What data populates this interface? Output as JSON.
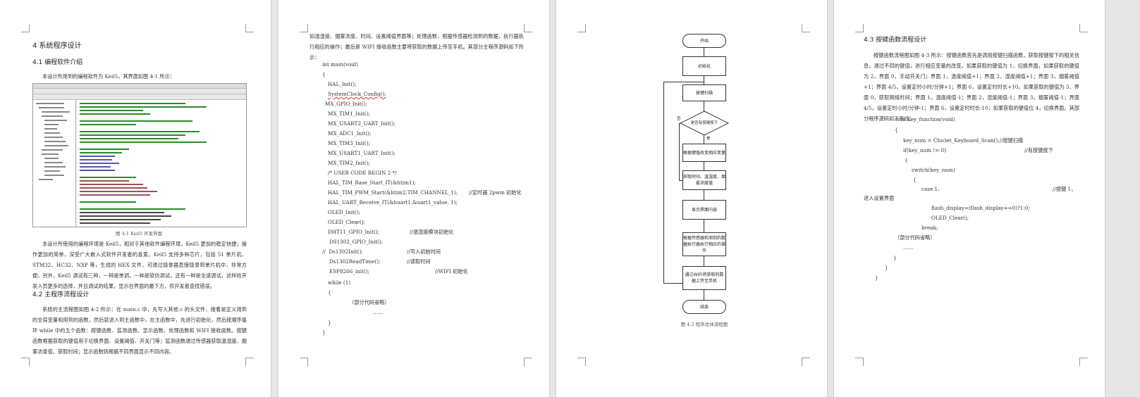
{
  "page1": {
    "chapter_title": "4  系统程序设计",
    "sec_4_1": "4.1  编程软件介绍",
    "para_intro": "本设计所用到的编程软件为 Keil5，其界面如图 4-1 所示：",
    "fig_4_1_caption": "图 4-1 Keil5 开发界面",
    "para_keil": "本设计所使用的编程环境是 Keil5，相对于其他软件编程环境，Keil5 更加的稳定快捷；操作更加的简单，深受广大嵌入式软件开发者的喜爱。Keil5 支持多种芯片，包括 51 单片机、STM32、HC32、NXP 等，生成的 HEX 文件，可通过烧录器直接烧录到单片机中，非常方便。另外，Keil5 调试有三种，一种是单调，一种是软仿调试，还有一种是全速调试，这样给开发人员更多的选择，并且调试的结果，显示在界面的最下方，供开发者查找错误。",
    "sec_4_2": "4.2  主程序流程设计",
    "para_main": "系统的主流程图如图 4-2 所示：在 main.c 中，先写入其他.c 的头文件，接着是定义用到的全局变量和用到的函数，然后就进入到主函数中，在主函数中，先进行初始化，然后按顺序循环 while 中的五个函数：按键函数、监测函数、显示函数、处理函数和 WIFI 接收函数。按键函数根据获取的键值用于切换界面、设置阈值、开关门等；监测函数通过传感器获取温湿度、烟雾浓度值，获取时间；显示函数则根据不同界面显示不同内容。"
  },
  "page2": {
    "para_cont": "如温湿度、烟雾浓度、时间、设置阈值界面等；处理函数，根据传感器检测到的数据，执行器执行相应的操作；最后是 WIFI 接收函数主要将获取的数据上传至手机。其部分主程序源码如下所示：",
    "code_lines": [
      "int main(void)",
      "{",
      "HAL_Init();",
      "SystemClock_Config();",
      "MX_GPIO_Init();",
      "MX_TIM1_Init();",
      "MX_USART2_UART_Init();",
      "MX_ADC1_Init();",
      "MX_TIM3_Init();",
      "MX_USART1_UART_Init();",
      "MX_TIM2_Init();",
      "/* USER CODE BEGIN 2 */",
      "HAL_TIM_Base_Start_IT(&htim1);",
      "HAL_TIM_PWM_Start(&htim2,TIM_CHANNEL_1);",
      "HAL_UART_Receive_IT(&huart1,&uart1_value, 1);",
      "OLED_Init();",
      "OLED_Clear();",
      "DHT11_GPIO_Init();",
      "DS1302_GPIO_Init();",
      "//  Ds1302Init();",
      "Ds1302ReadTime();",
      "ESP8266_init();",
      "while (1)",
      "{",
      "（部分代码省略）",
      "……",
      "}",
      "}"
    ],
    "comments": {
      "pwm": "//定时器 2pwm 初始化",
      "dht": "//温湿度模块初始化",
      "ds_init": "//写入初始时间",
      "ds_read": "//读取时间",
      "wifi": "//WIFI 初始化"
    }
  },
  "page3": {
    "flow": {
      "start": "开始",
      "init": "初始化",
      "scan": "按键扫描",
      "decision": "是否有按键按下",
      "yes": "是",
      "no": "否",
      "change": "根据键值改变相应变量",
      "read": "获取时间、温湿度、烟雾浓度值",
      "display": "显示界面内容",
      "action": "根据传感器检测到的数据执行器执行相应的操作",
      "upload": "通过WIFI将获取的数据上传至手机",
      "end": "结束"
    },
    "fig_4_2_caption": "图 4-2   程序总体流程图"
  },
  "page4": {
    "sec_4_3": "4.3  按键函数流程设计",
    "para_key": "按键函数流程图如图 4-3 所示：按键函数首先是调用按键扫描函数，获取按键按下的相关信息，通过不同的键值，进行相应变量的改变。如果获取的键值为 1，切换界面，如果获取的键值为 2，界面 0，手动开关门；界面 1，温度阈值+1；界面 2，湿度阈值+1；界面 3，烟雾阈值+1；界面 4/5，设置定时小时/分钟+1；界面 6，设置定时时长+10。如果获取的键值为 3，界面 0，获取网络时间；界面 1，温度阈值-1；界面 2，湿度阈值-1；界面 3，烟雾阈值-1；界面 4/5，设置定时小时/分钟-1；界面 6，设置定时时长-10；如果获取的键值位 4，切换界面。其部分程序源码如下所示：",
    "code_lines": [
      "void Key_function(void)",
      "{",
      "key_num = Chiclet_Keyboard_Scan();//按键扫描",
      "if(key_num != 0)",
      "{",
      "switch(key_num)",
      "{",
      "case 1:",
      "进入设置界面",
      "flash_display=(flash_display==0)?1:0;",
      "OLED_Clear();",
      "break;",
      "（部分代码省略）",
      "……",
      "}",
      "}",
      "}"
    ],
    "comments": {
      "pressed": "//有按键按下",
      "key1": "//按键 1，"
    }
  }
}
